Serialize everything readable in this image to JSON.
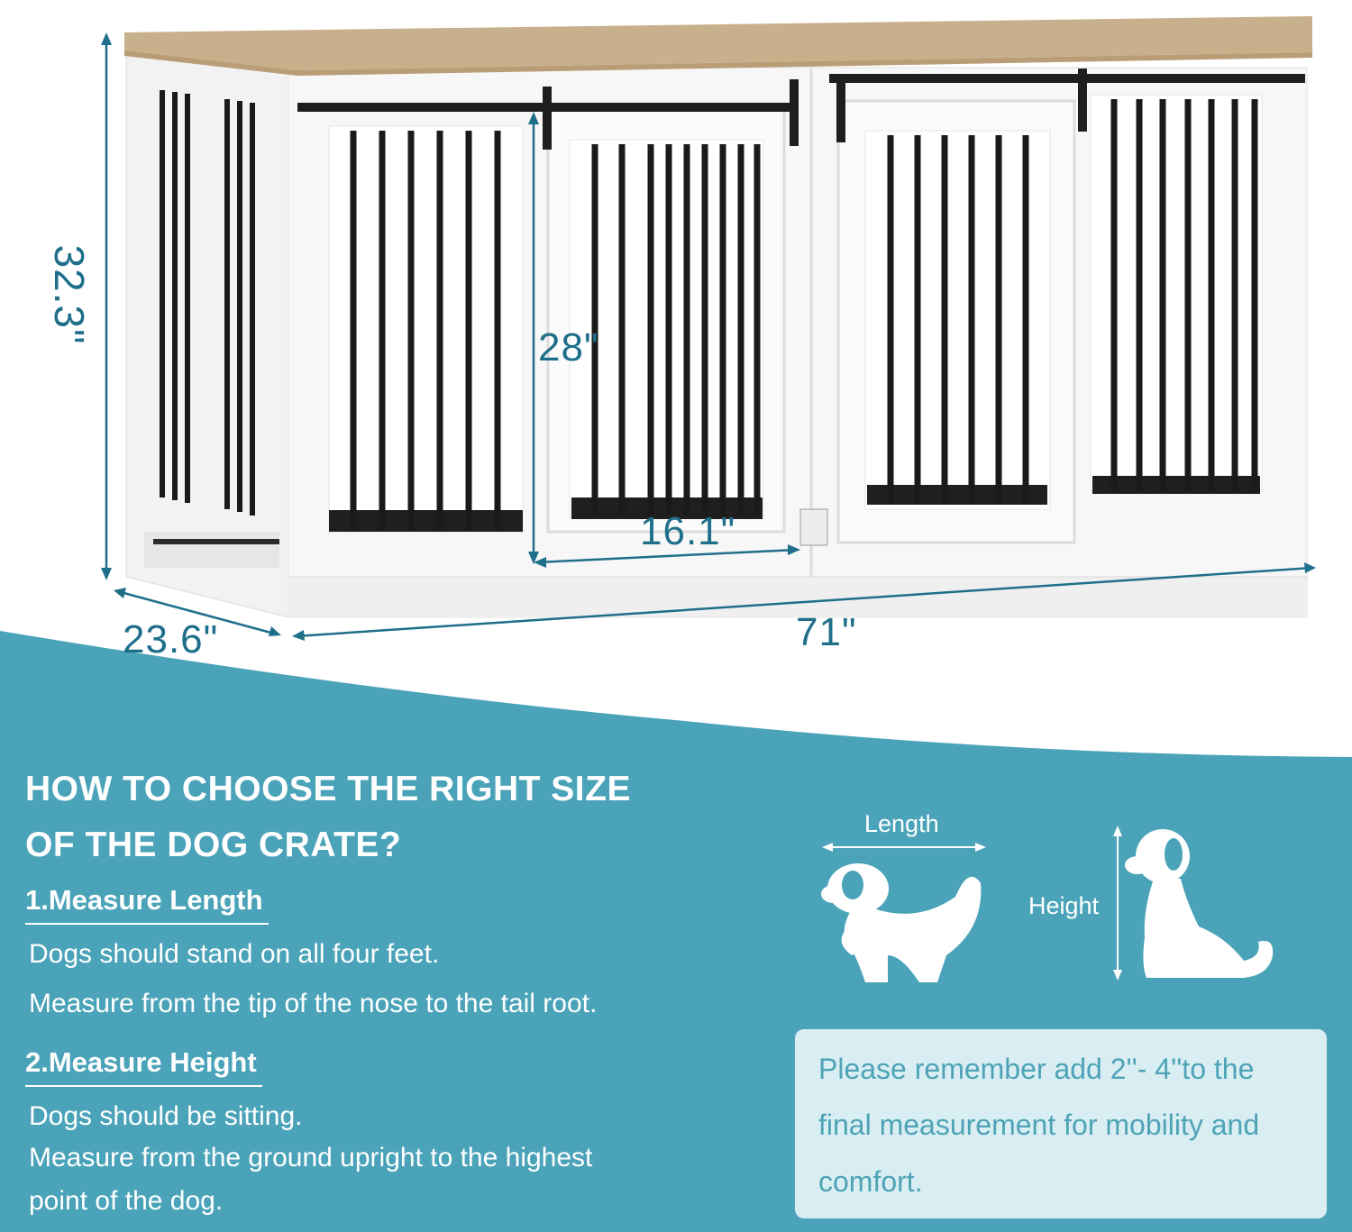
{
  "dimensions": {
    "total_height": "32.3\"",
    "door_height": "28\"",
    "door_width": "16.1\"",
    "depth": "23.6\"",
    "length": "71\""
  },
  "guide": {
    "heading_line1": "HOW TO CHOOSE THE RIGHT SIZE",
    "heading_line2": "OF THE DOG CRATE?",
    "step1_title": "1.Measure Length",
    "step1_line1": "Dogs should stand on all four feet.",
    "step1_line2": "Measure from the tip of the nose to the tail root.",
    "step2_title": "2.Measure Height",
    "step2_line1": "Dogs should be sitting.",
    "step2_line2": "Measure from the ground upright to the highest",
    "step2_line3": "point of the dog."
  },
  "diagram": {
    "length_label": "Length",
    "height_label": "Height"
  },
  "note": {
    "line1": "Please remember add 2''- 4''to the",
    "line2": "final measurement for mobility and",
    "line3": "comfort."
  },
  "colors": {
    "teal_band": "#4aa3b8",
    "dimension_text": "#1f6f8b",
    "note_bg": "#d9eef3",
    "note_text": "#4ea3b6",
    "wood_top": "#c9b08c",
    "crate_white": "#f7f7f7",
    "bars": "#1a1a1a"
  },
  "icons": [
    "standing-dog-icon",
    "sitting-dog-icon"
  ]
}
